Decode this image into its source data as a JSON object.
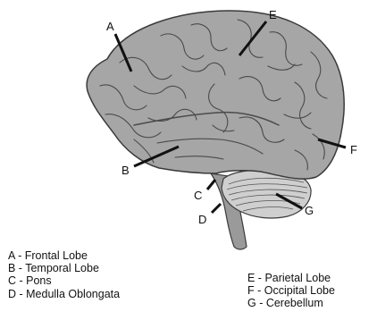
{
  "diagram": {
    "labels": {
      "A": "A",
      "B": "B",
      "C": "C",
      "D": "D",
      "E": "E",
      "F": "F",
      "G": "G"
    }
  },
  "legend": {
    "left": [
      "A - Frontal Lobe",
      "B - Temporal Lobe",
      "C - Pons",
      "D - Medulla Oblongata"
    ],
    "right": [
      "E - Parietal Lobe",
      "F - Occipital Lobe",
      "G - Cerebellum"
    ]
  },
  "colors": {
    "cerebrum": "#a6a6a6",
    "cerebellum": "#cfcfcf",
    "brainstem": "#9a9a9a",
    "outline": "#3a3a3a",
    "pointer": "#111111"
  }
}
